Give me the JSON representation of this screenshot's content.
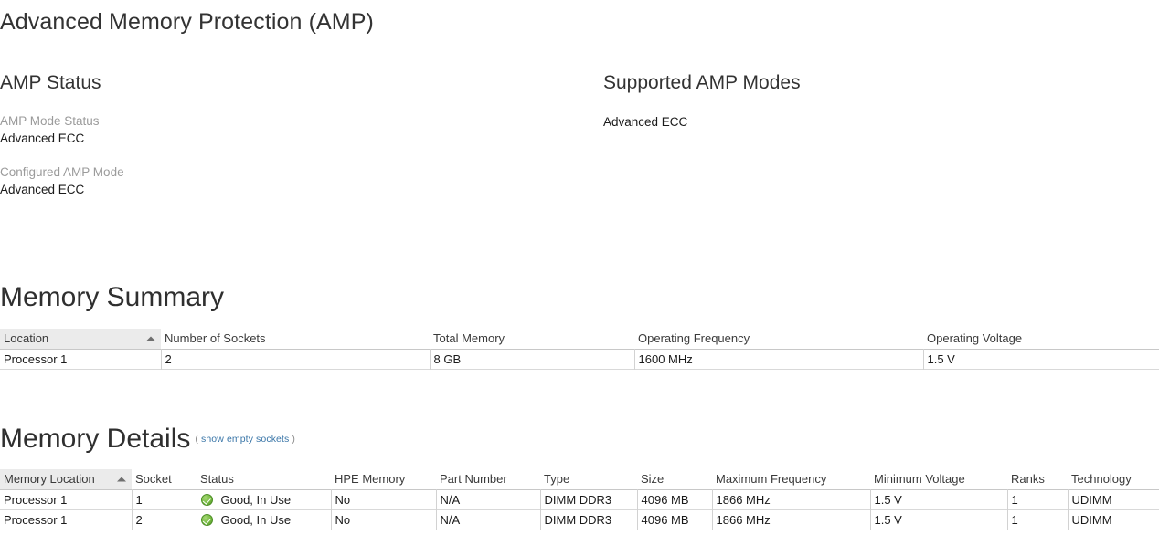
{
  "page": {
    "title": "Advanced Memory Protection (AMP)"
  },
  "amp_status": {
    "heading": "AMP Status",
    "fields": [
      {
        "label": "AMP Mode Status",
        "value": "Advanced ECC"
      },
      {
        "label": "Configured AMP Mode",
        "value": "Advanced ECC"
      }
    ]
  },
  "supported_modes": {
    "heading": "Supported AMP Modes",
    "modes": [
      "Advanced ECC"
    ]
  },
  "memory_summary": {
    "heading": "Memory Summary",
    "sorted_column": "Location",
    "sort_direction": "asc",
    "columns": [
      "Location",
      "Number of Sockets",
      "Total Memory",
      "Operating Frequency",
      "Operating Voltage"
    ],
    "rows": [
      {
        "location": "Processor 1",
        "number_of_sockets": "2",
        "total_memory": "8 GB",
        "operating_frequency": "1600 MHz",
        "operating_voltage": "1.5 V"
      }
    ]
  },
  "memory_details": {
    "heading": "Memory Details",
    "link_open_paren": "(",
    "link_text": "show empty sockets",
    "link_close_paren": ")",
    "sorted_column": "Memory Location",
    "sort_direction": "asc",
    "columns": [
      "Memory Location",
      "Socket",
      "Status",
      "HPE Memory",
      "Part Number",
      "Type",
      "Size",
      "Maximum Frequency",
      "Minimum Voltage",
      "Ranks",
      "Technology"
    ],
    "rows": [
      {
        "memory_location": "Processor 1",
        "socket": "1",
        "status_icon": "status-ok-icon",
        "status": "Good, In Use",
        "hpe_memory": "No",
        "part_number": "N/A",
        "type": "DIMM DDR3",
        "size": "4096 MB",
        "maximum_frequency": "1866 MHz",
        "minimum_voltage": "1.5 V",
        "ranks": "1",
        "technology": "UDIMM"
      },
      {
        "memory_location": "Processor 1",
        "socket": "2",
        "status_icon": "status-ok-icon",
        "status": "Good, In Use",
        "hpe_memory": "No",
        "part_number": "N/A",
        "type": "DIMM DDR3",
        "size": "4096 MB",
        "maximum_frequency": "1866 MHz",
        "minimum_voltage": "1.5 V",
        "ranks": "1",
        "technology": "UDIMM"
      }
    ]
  },
  "colors": {
    "link": "#3a76a8",
    "label_gray": "#9b9b9b",
    "header_sorted_bg": "#ebebeb",
    "status_good_green": "#77bb41"
  }
}
